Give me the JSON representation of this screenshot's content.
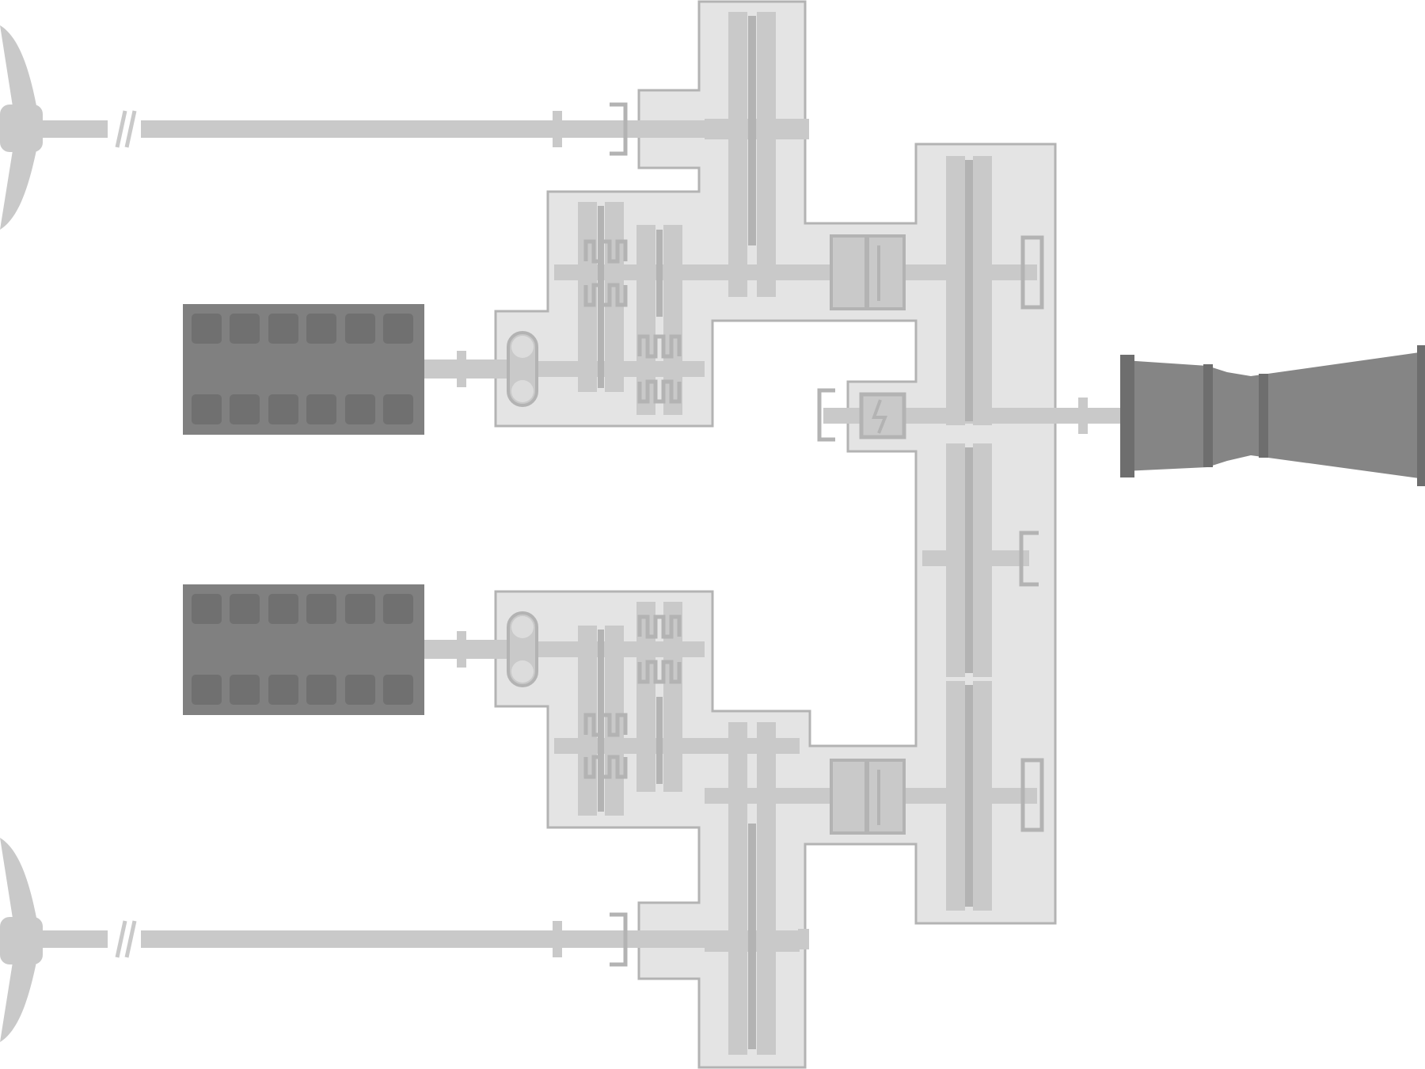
{
  "diagram": {
    "description_visible_text": [],
    "colors": {
      "background": "#ffffff",
      "housing_fill": "#e4e4e4",
      "housing_stroke": "#b3b3b3",
      "gear_light": "#c9c9c9",
      "gear_mid": "#b3b3b3",
      "engine": "#808080",
      "engine_cylinder": "#707070",
      "turbine": "#858585",
      "turbine_ring": "#6e6e6e"
    },
    "components": {
      "propellers": [
        {
          "name": "propeller-top"
        },
        {
          "name": "propeller-bottom"
        }
      ],
      "diesel_engines": [
        {
          "name": "diesel-engine-top",
          "cylinders": 12
        },
        {
          "name": "diesel-engine-bottom",
          "cylinders": 12
        }
      ],
      "gas_turbine": {
        "name": "gas-turbine"
      },
      "shaft_break_symbol": "//"
    }
  }
}
